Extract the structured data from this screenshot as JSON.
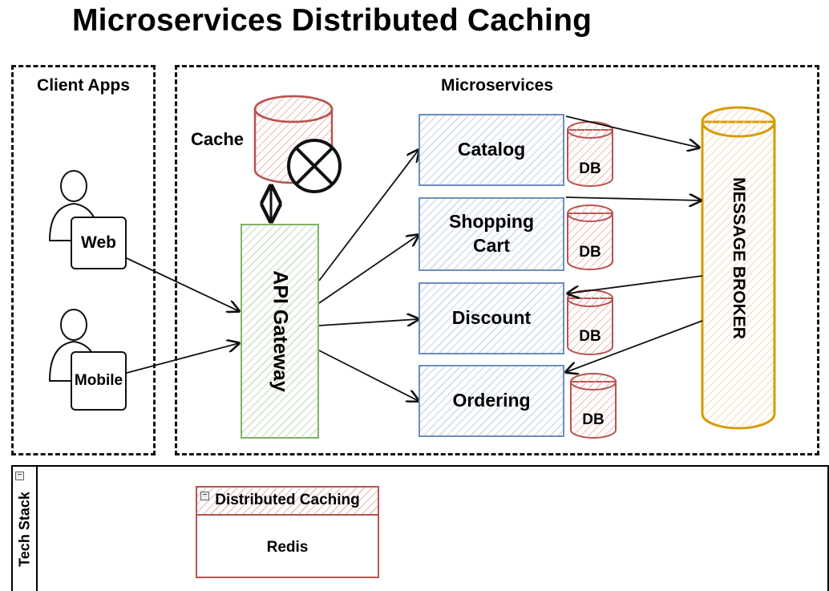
{
  "title": "Microservices Distributed Caching",
  "groups": {
    "client_apps": "Client Apps",
    "microservices": "Microservices"
  },
  "clients": {
    "web": "Web",
    "mobile": "Mobile"
  },
  "cache": {
    "label": "Cache"
  },
  "gateway": {
    "label": "API Gateway"
  },
  "services": {
    "catalog": "Catalog",
    "basket_line1": "Shopping",
    "basket_line2": "Cart",
    "discount": "Discount",
    "ordering": "Ordering"
  },
  "db_label": "DB",
  "broker": {
    "label": "MESSAGE BROKER"
  },
  "tech_stack": {
    "label": "Tech Stack",
    "category": "Distributed Caching",
    "item": "Redis"
  },
  "colors": {
    "service_stroke": "#6c8ebf",
    "gateway_stroke": "#82b366",
    "db_stroke": "#b85450",
    "broker_stroke": "#d79b00"
  }
}
